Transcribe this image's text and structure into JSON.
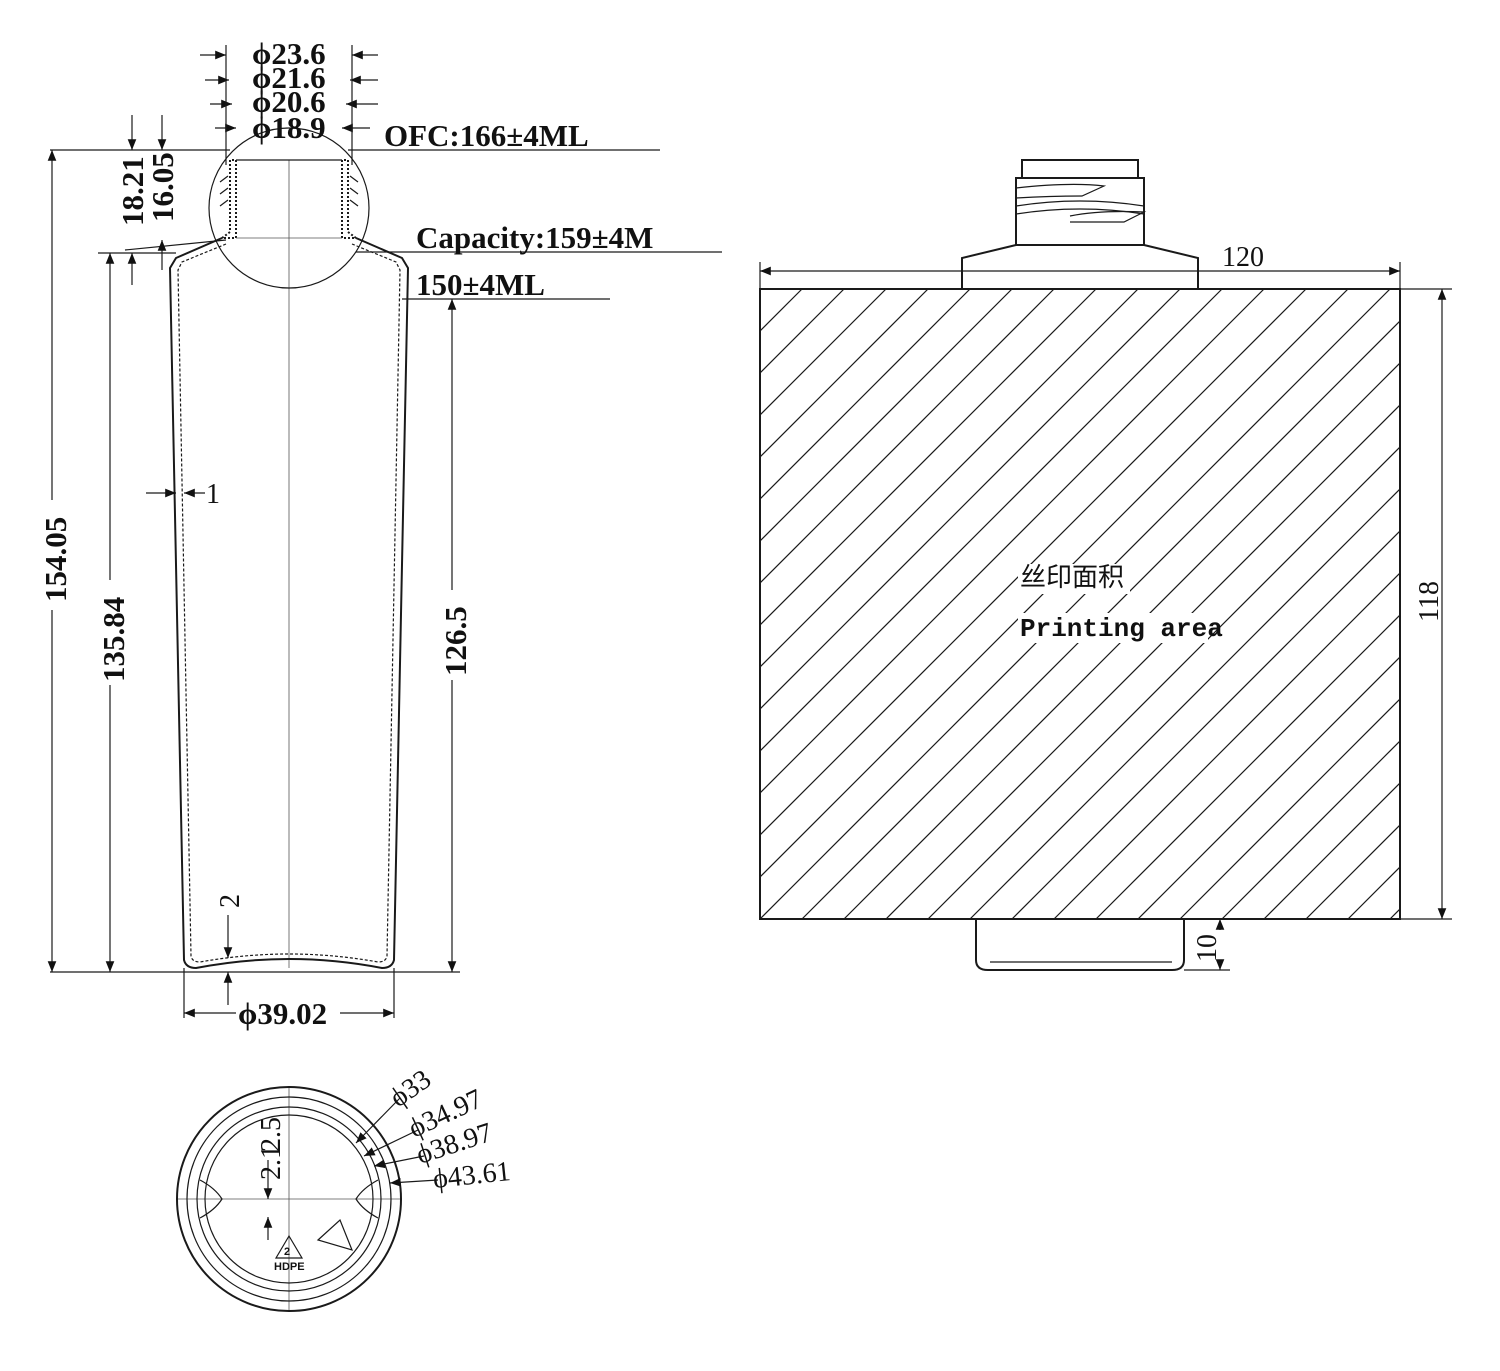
{
  "front_view": {
    "neck_dims": [
      "ϕ23.6",
      "ϕ21.6",
      "ϕ20.6",
      "ϕ18.9"
    ],
    "ofc": "OFC:166±4ML",
    "capacity": "Capacity:159±4M",
    "fill_volume": "150±4ML",
    "height_total": "154.05",
    "height_shoulder": "135.84",
    "height_label_panel": "126.5",
    "neck_h1": "18.21",
    "neck_h2": "16.05",
    "wall_thickness": "1",
    "base_thickness": "2",
    "body_diameter": "ϕ39.02"
  },
  "side_view": {
    "width": "120",
    "height": "118",
    "bottom_offset": "10",
    "print_label_cn": "丝印面积",
    "print_label_en": "Printing area"
  },
  "bottom_view": {
    "diameters": [
      "ϕ33",
      "ϕ34.97",
      "ϕ38.97",
      "ϕ43.61"
    ],
    "dim_a": "2.5",
    "dim_b": "2.1",
    "recycle_code": "2",
    "recycle_material": "HDPE"
  }
}
